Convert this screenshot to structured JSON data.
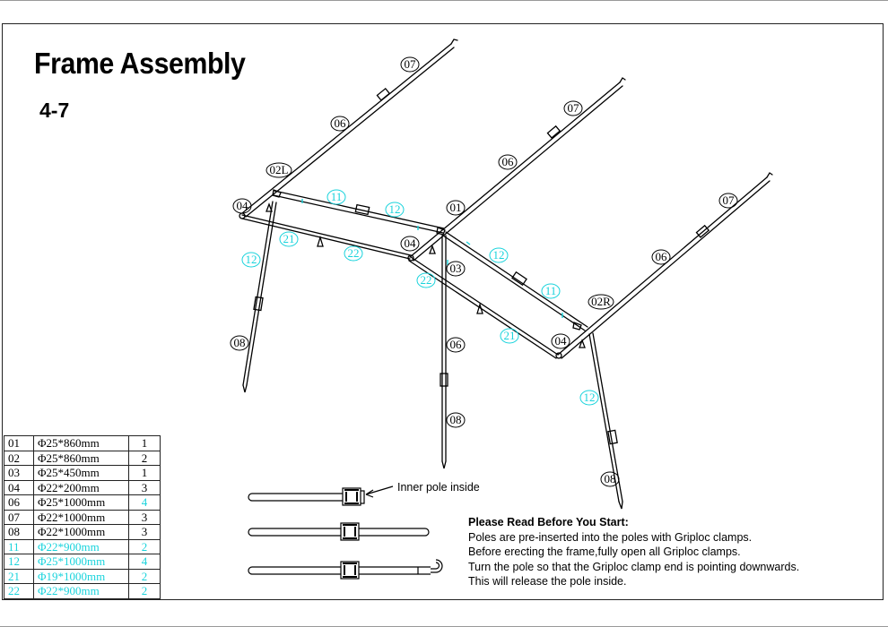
{
  "title": "Frame Assembly",
  "subtitle": "4-7",
  "colors": {
    "line": "#000000",
    "accent": "#19d3dc"
  },
  "parts": [
    {
      "no": "01",
      "size": "Φ25*860mm",
      "qty": "1",
      "highlight": false,
      "qty_highlight": false
    },
    {
      "no": "02",
      "size": "Φ25*860mm",
      "qty": "2",
      "highlight": false,
      "qty_highlight": false
    },
    {
      "no": "03",
      "size": "Φ25*450mm",
      "qty": "1",
      "highlight": false,
      "qty_highlight": false
    },
    {
      "no": "04",
      "size": "Φ22*200mm",
      "qty": "3",
      "highlight": false,
      "qty_highlight": false
    },
    {
      "no": "06",
      "size": "Φ25*1000mm",
      "qty": "4",
      "highlight": false,
      "qty_highlight": true
    },
    {
      "no": "07",
      "size": "Φ22*1000mm",
      "qty": "3",
      "highlight": false,
      "qty_highlight": false
    },
    {
      "no": "08",
      "size": "Φ22*1000mm",
      "qty": "3",
      "highlight": false,
      "qty_highlight": false
    },
    {
      "no": "11",
      "size": "Φ22*900mm",
      "qty": "2",
      "highlight": true,
      "qty_highlight": false
    },
    {
      "no": "12",
      "size": "Φ25*1000mm",
      "qty": "4",
      "highlight": true,
      "qty_highlight": true
    },
    {
      "no": "21",
      "size": "Φ19*1000mm",
      "qty": "2",
      "highlight": true,
      "qty_highlight": false
    },
    {
      "no": "22",
      "size": "Φ22*900mm",
      "qty": "2",
      "highlight": true,
      "qty_highlight": false
    }
  ],
  "callout_inner_pole": "Inner pole inside",
  "notes": {
    "heading": "Please Read Before You Start:",
    "lines": [
      "Poles are pre-inserted into the poles with Griploc clamps.",
      "Before erecting the frame,fully open all Griploc clamps.",
      "Turn the pole so that the Griploc clamp end is pointing downwards.",
      "This will release the pole inside."
    ]
  },
  "labels": {
    "l07a": "07",
    "l07b": "07",
    "l07c": "07",
    "l06a": "06",
    "l06b": "06",
    "l06c": "06",
    "l06d": "06",
    "l02L": "02L",
    "l02R": "02R",
    "l04a": "04",
    "l04b": "04",
    "l04c": "04",
    "l11a": "11",
    "l11b": "11",
    "l12a": "12",
    "l12b": "12",
    "l12c": "12",
    "l12d": "12",
    "l01": "01",
    "l03": "03",
    "l21a": "21",
    "l21b": "21",
    "l22a": "22",
    "l22b": "22",
    "l08a": "08",
    "l08b": "08",
    "l08c": "08"
  }
}
